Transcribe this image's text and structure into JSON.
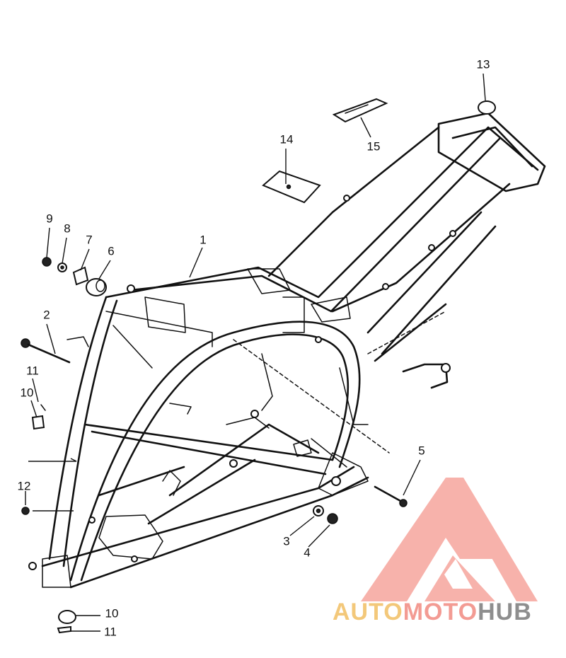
{
  "diagram": {
    "callouts": [
      {
        "id": "1",
        "label": "1"
      },
      {
        "id": "2",
        "label": "2"
      },
      {
        "id": "3",
        "label": "3"
      },
      {
        "id": "4",
        "label": "4"
      },
      {
        "id": "5",
        "label": "5"
      },
      {
        "id": "6",
        "label": "6"
      },
      {
        "id": "7",
        "label": "7"
      },
      {
        "id": "8",
        "label": "8"
      },
      {
        "id": "9",
        "label": "9"
      },
      {
        "id": "10a",
        "label": "10"
      },
      {
        "id": "11a",
        "label": "11"
      },
      {
        "id": "12",
        "label": "12"
      },
      {
        "id": "13",
        "label": "13"
      },
      {
        "id": "14",
        "label": "14"
      },
      {
        "id": "15",
        "label": "15"
      },
      {
        "id": "10b",
        "label": "10"
      },
      {
        "id": "11b",
        "label": "11"
      }
    ]
  },
  "watermark": {
    "part1": "AUTO",
    "part2": "MOTO",
    "part3": "HUB",
    "colors": {
      "auto": "#f3c87a",
      "moto": "#f39b93",
      "hub": "#8e8e8e",
      "logo": "#f6a49c"
    }
  }
}
